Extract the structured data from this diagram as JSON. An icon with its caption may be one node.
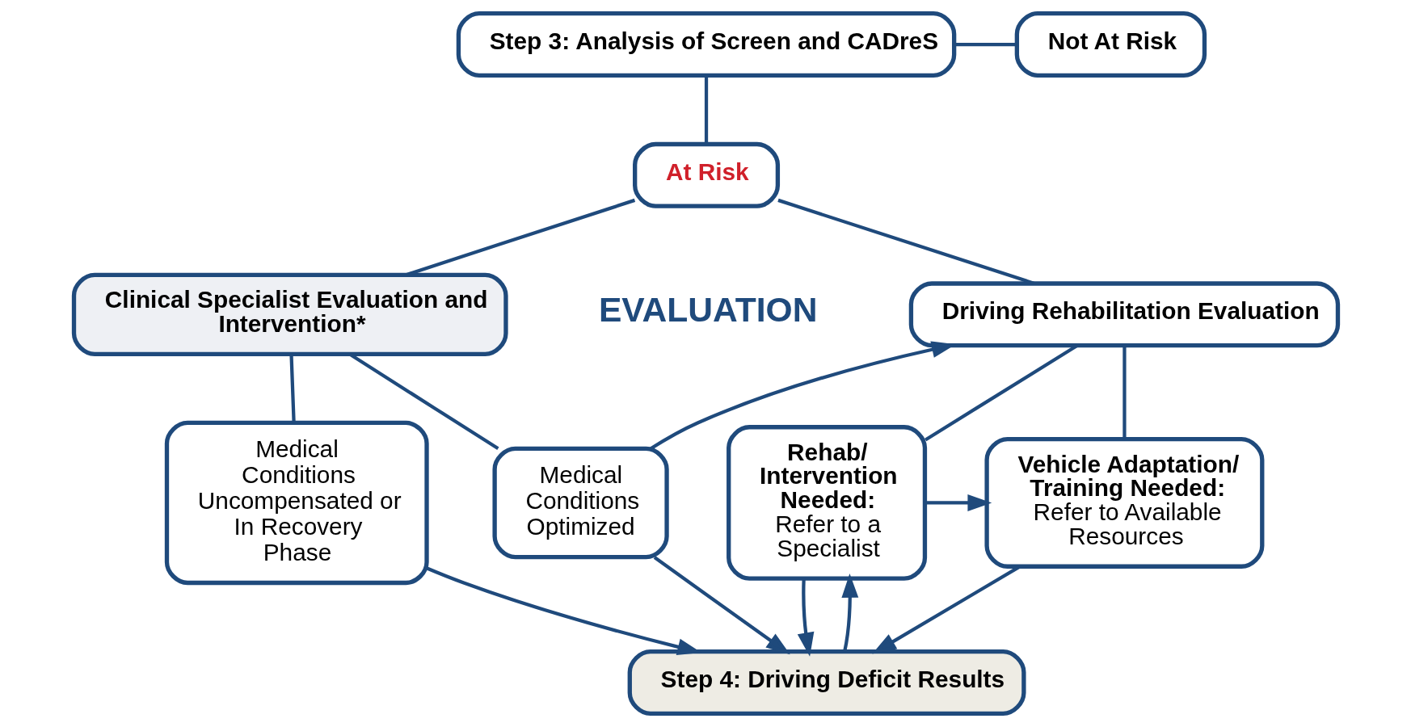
{
  "diagram": {
    "nodes": [
      {
        "text": [
          "Step 3: Analysis of Screen and CADreS"
        ]
      },
      {
        "text": [
          "Not At Risk"
        ]
      },
      {
        "text": [
          "At Risk"
        ]
      },
      {
        "text": [
          "Clinical Specialist Evaluation and Intervention*"
        ]
      },
      {
        "text": [
          "Driving Rehabilitation Evaluation"
        ]
      },
      {
        "text": [
          "Medical Conditions Uncompensated or In Recovery Phase"
        ]
      },
      {
        "text": [
          "Medical Conditions Optimized"
        ]
      },
      {
        "text": [
          "Rehab/ Intervention Needed:",
          "Refer to a Specialist"
        ]
      },
      {
        "text": [
          "Vehicle Adaptation/ Training Needed:",
          "Refer to Available Resources"
        ]
      },
      {
        "text": [
          "Step 4: Driving Deficit Results"
        ]
      }
    ],
    "edges": [
      {
        "from": 0,
        "to": 1,
        "arrow": "none"
      },
      {
        "from": 0,
        "to": 2,
        "arrow": "none"
      },
      {
        "from": 2,
        "to": 3,
        "arrow": "none"
      },
      {
        "from": 2,
        "to": 4,
        "arrow": "none"
      },
      {
        "from": 3,
        "to": 5,
        "arrow": "none"
      },
      {
        "from": 3,
        "to": 6,
        "arrow": "none"
      },
      {
        "from": 6,
        "to": 4,
        "arrow": "to"
      },
      {
        "from": 4,
        "to": 7,
        "arrow": "none"
      },
      {
        "from": 4,
        "to": 8,
        "arrow": "none"
      },
      {
        "from": 7,
        "to": 8,
        "arrow": "to"
      },
      {
        "from": 5,
        "to": 9,
        "arrow": "to"
      },
      {
        "from": 6,
        "to": 9,
        "arrow": "to"
      },
      {
        "from": 7,
        "to": 9,
        "arrow": "to"
      },
      {
        "from": 9,
        "to": 7,
        "arrow": "to"
      },
      {
        "from": 8,
        "to": 9,
        "arrow": "to"
      }
    ],
    "labels": [
      "EVALUATION"
    ]
  }
}
